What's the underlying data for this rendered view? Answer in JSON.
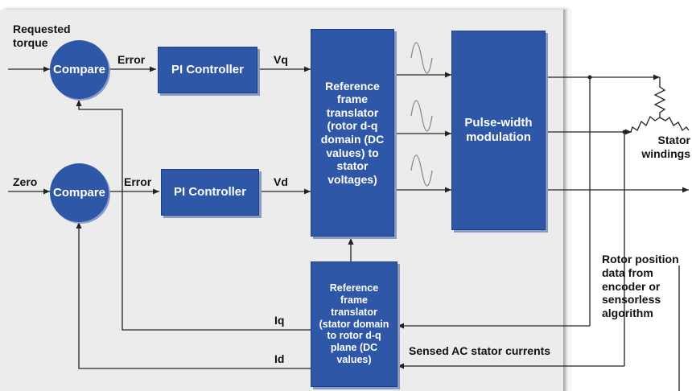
{
  "inputs": {
    "requested_torque": "Requested\ntorque",
    "zero": "Zero"
  },
  "compare_top": "Compare",
  "compare_bottom": "Compare",
  "error_top": "Error",
  "error_bottom": "Error",
  "pi_top": "PI Controller",
  "pi_bottom": "PI Controller",
  "vq": "Vq",
  "vd": "Vd",
  "ref_translator_top": "Reference\nframe\ntranslator\n(rotor d-q\ndomain (DC\nvalues) to\nstator\nvoltages)",
  "pwm": "Pulse-width\nmodulation",
  "ref_translator_bottom": "Reference\nframe\ntranslator\n(stator domain\nto rotor d-q\nplane (DC\nvalues)",
  "iq": "Iq",
  "id": "Id",
  "stator_windings": "Stator\nwindings",
  "rotor_position": "Rotor position\ndata from\nencoder or\nsensorless\nalgorithm",
  "sensed_currents": "Sensed AC stator currents",
  "colors": {
    "block": "#2f57a8",
    "panel": "#ececec"
  }
}
